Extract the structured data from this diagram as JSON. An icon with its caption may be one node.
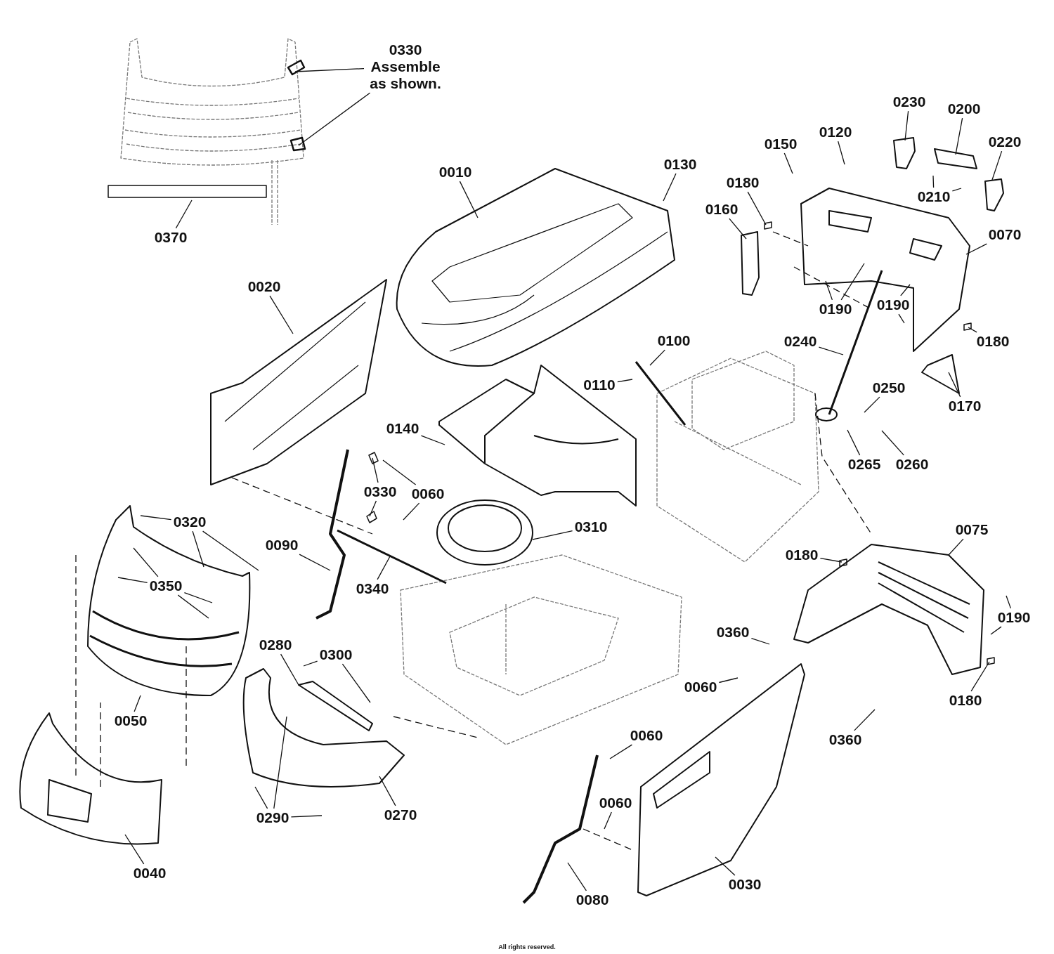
{
  "diagram": {
    "nodes": [
      {
        "text": [
          "0330",
          "Assemble as shown."
        ]
      },
      {
        "text": [
          "0370"
        ]
      },
      {
        "text": [
          "0010"
        ]
      },
      {
        "text": [
          "0130"
        ]
      },
      {
        "text": [
          "0150"
        ]
      },
      {
        "text": [
          "0120"
        ]
      },
      {
        "text": [
          "0230"
        ]
      },
      {
        "text": [
          "0200"
        ]
      },
      {
        "text": [
          "0220"
        ]
      },
      {
        "text": [
          "0180"
        ]
      },
      {
        "text": [
          "0160"
        ]
      },
      {
        "text": [
          "0210"
        ]
      },
      {
        "text": [
          "0070"
        ]
      },
      {
        "text": [
          "0020"
        ]
      },
      {
        "text": [
          "0190"
        ]
      },
      {
        "text": [
          "0190"
        ]
      },
      {
        "text": [
          "0180"
        ]
      },
      {
        "text": [
          "0100"
        ]
      },
      {
        "text": [
          "0110"
        ]
      },
      {
        "text": [
          "0240"
        ]
      },
      {
        "text": [
          "0250"
        ]
      },
      {
        "text": [
          "0170"
        ]
      },
      {
        "text": [
          "0140"
        ]
      },
      {
        "text": [
          "0330"
        ]
      },
      {
        "text": [
          "0060"
        ]
      },
      {
        "text": [
          "0265"
        ]
      },
      {
        "text": [
          "0260"
        ]
      },
      {
        "text": [
          "0320"
        ]
      },
      {
        "text": [
          "0350"
        ]
      },
      {
        "text": [
          "0090"
        ]
      },
      {
        "text": [
          "0340"
        ]
      },
      {
        "text": [
          "0310"
        ]
      },
      {
        "text": [
          "0075"
        ]
      },
      {
        "text": [
          "0180"
        ]
      },
      {
        "text": [
          "0360"
        ]
      },
      {
        "text": [
          "0190"
        ]
      },
      {
        "text": [
          "0050"
        ]
      },
      {
        "text": [
          "0280"
        ]
      },
      {
        "text": [
          "0300"
        ]
      },
      {
        "text": [
          "0060"
        ]
      },
      {
        "text": [
          "0180"
        ]
      },
      {
        "text": [
          "0360"
        ]
      },
      {
        "text": [
          "0270"
        ]
      },
      {
        "text": [
          "0290"
        ]
      },
      {
        "text": [
          "0060"
        ]
      },
      {
        "text": [
          "0060"
        ]
      },
      {
        "text": [
          "0040"
        ]
      },
      {
        "text": [
          "0030"
        ]
      },
      {
        "text": [
          "0080"
        ]
      }
    ],
    "edges": [
      {
        "from": 0,
        "to": null,
        "arrow": "none"
      },
      {
        "from": 0,
        "to": null,
        "arrow": "none"
      },
      {
        "from": 1,
        "to": null,
        "arrow": "none"
      },
      {
        "from": 2,
        "to": null,
        "arrow": "none"
      },
      {
        "from": 3,
        "to": null,
        "arrow": "none"
      },
      {
        "from": 4,
        "to": null,
        "arrow": "none"
      },
      {
        "from": 5,
        "to": null,
        "arrow": "none"
      },
      {
        "from": 6,
        "to": null,
        "arrow": "none"
      },
      {
        "from": 7,
        "to": null,
        "arrow": "none"
      },
      {
        "from": 8,
        "to": null,
        "arrow": "none"
      },
      {
        "from": 9,
        "to": null,
        "arrow": "none"
      },
      {
        "from": 10,
        "to": null,
        "arrow": "none"
      },
      {
        "from": 11,
        "to": null,
        "arrow": "none"
      },
      {
        "from": 11,
        "to": null,
        "arrow": "none"
      },
      {
        "from": 12,
        "to": null,
        "arrow": "none"
      },
      {
        "from": 13,
        "to": null,
        "arrow": "none"
      },
      {
        "from": 14,
        "to": null,
        "arrow": "none"
      },
      {
        "from": 14,
        "to": null,
        "arrow": "none"
      },
      {
        "from": 15,
        "to": null,
        "arrow": "none"
      },
      {
        "from": 15,
        "to": null,
        "arrow": "none"
      },
      {
        "from": 16,
        "to": null,
        "arrow": "none"
      },
      {
        "from": 17,
        "to": null,
        "arrow": "none"
      },
      {
        "from": 18,
        "to": null,
        "arrow": "none"
      },
      {
        "from": 19,
        "to": null,
        "arrow": "none"
      },
      {
        "from": 20,
        "to": null,
        "arrow": "none"
      },
      {
        "from": 21,
        "to": null,
        "arrow": "none"
      },
      {
        "from": 22,
        "to": null,
        "arrow": "none"
      },
      {
        "from": 23,
        "to": null,
        "arrow": "none"
      },
      {
        "from": 23,
        "to": null,
        "arrow": "none"
      },
      {
        "from": 24,
        "to": null,
        "arrow": "none"
      },
      {
        "from": 24,
        "to": null,
        "arrow": "none"
      },
      {
        "from": 25,
        "to": null,
        "arrow": "none"
      },
      {
        "from": 26,
        "to": null,
        "arrow": "none"
      },
      {
        "from": 27,
        "to": null,
        "arrow": "none"
      },
      {
        "from": 27,
        "to": null,
        "arrow": "none"
      },
      {
        "from": 27,
        "to": null,
        "arrow": "none"
      },
      {
        "from": 28,
        "to": null,
        "arrow": "none"
      },
      {
        "from": 28,
        "to": null,
        "arrow": "none"
      },
      {
        "from": 28,
        "to": null,
        "arrow": "none"
      },
      {
        "from": 28,
        "to": null,
        "arrow": "none"
      },
      {
        "from": 29,
        "to": null,
        "arrow": "none"
      },
      {
        "from": 30,
        "to": null,
        "arrow": "none"
      },
      {
        "from": 31,
        "to": null,
        "arrow": "none"
      },
      {
        "from": 32,
        "to": null,
        "arrow": "none"
      },
      {
        "from": 33,
        "to": null,
        "arrow": "none"
      },
      {
        "from": 34,
        "to": null,
        "arrow": "none"
      },
      {
        "from": 35,
        "to": null,
        "arrow": "none"
      },
      {
        "from": 35,
        "to": null,
        "arrow": "none"
      },
      {
        "from": 36,
        "to": null,
        "arrow": "none"
      },
      {
        "from": 37,
        "to": null,
        "arrow": "none"
      },
      {
        "from": 38,
        "to": null,
        "arrow": "none"
      },
      {
        "from": 38,
        "to": null,
        "arrow": "none"
      },
      {
        "from": 39,
        "to": null,
        "arrow": "none"
      },
      {
        "from": 40,
        "to": null,
        "arrow": "none"
      },
      {
        "from": 41,
        "to": null,
        "arrow": "none"
      },
      {
        "from": 42,
        "to": null,
        "arrow": "none"
      },
      {
        "from": 43,
        "to": null,
        "arrow": "none"
      },
      {
        "from": 43,
        "to": null,
        "arrow": "none"
      },
      {
        "from": 43,
        "to": null,
        "arrow": "none"
      },
      {
        "from": 44,
        "to": null,
        "arrow": "none"
      },
      {
        "from": 45,
        "to": null,
        "arrow": "none"
      },
      {
        "from": 46,
        "to": null,
        "arrow": "none"
      },
      {
        "from": 47,
        "to": null,
        "arrow": "none"
      },
      {
        "from": 48,
        "to": null,
        "arrow": "none"
      }
    ],
    "labels": [
      "All rights reserved."
    ]
  }
}
